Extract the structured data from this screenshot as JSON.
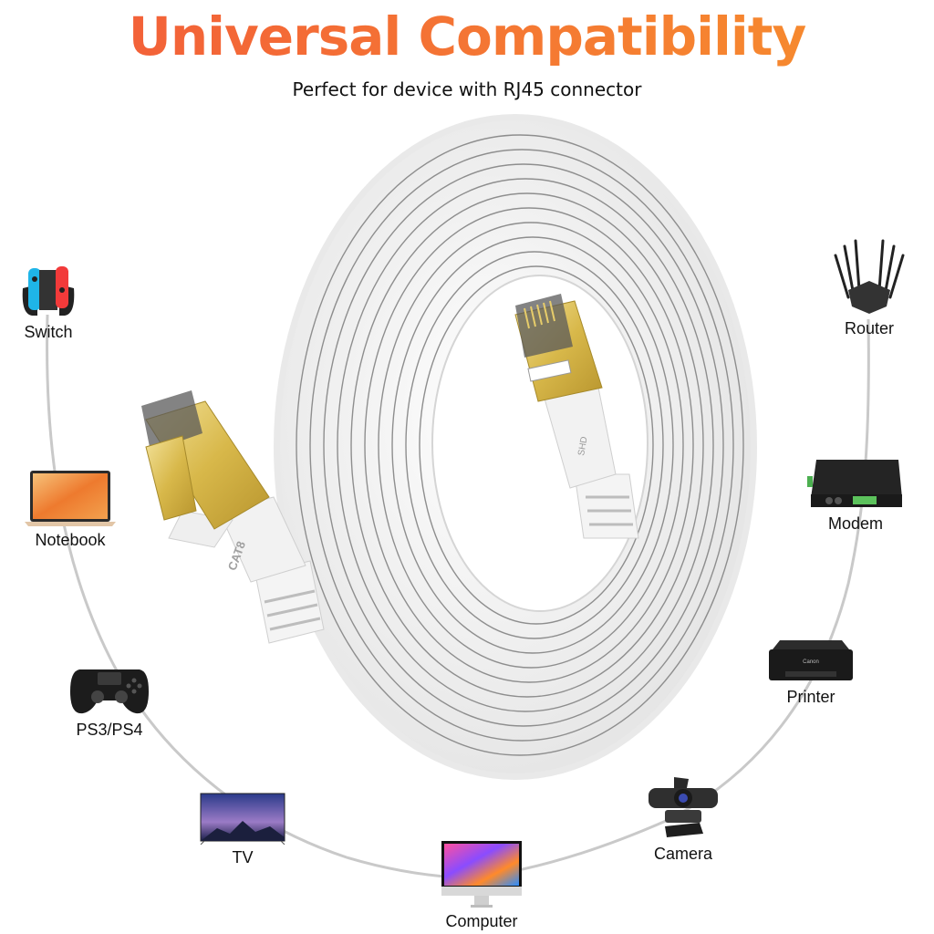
{
  "header": {
    "title": "Universal Compatibility",
    "subtitle": "Perfect for device with RJ45 connector",
    "title_gradient": [
      "#f25a3a",
      "#f7902d"
    ]
  },
  "product": {
    "name": "Flat Ethernet cable coil",
    "color": "#f2f2f2",
    "connector_plating": "#e3c75a",
    "boot_marking": "CAT8"
  },
  "devices_left": [
    {
      "id": "switch",
      "label": "Switch",
      "icon": "game-console-icon"
    },
    {
      "id": "notebook",
      "label": "Notebook",
      "icon": "laptop-icon"
    },
    {
      "id": "ps",
      "label": "PS3/PS4",
      "icon": "gamepad-icon"
    },
    {
      "id": "tv",
      "label": "TV",
      "icon": "tv-icon"
    }
  ],
  "devices_bottom": [
    {
      "id": "computer",
      "label": "Computer",
      "icon": "desktop-computer-icon"
    }
  ],
  "devices_right": [
    {
      "id": "router",
      "label": "Router",
      "icon": "router-icon"
    },
    {
      "id": "modem",
      "label": "Modem",
      "icon": "modem-icon"
    },
    {
      "id": "printer",
      "label": "Printer",
      "icon": "printer-icon"
    },
    {
      "id": "camera",
      "label": "Camera",
      "icon": "webcam-icon"
    }
  ]
}
